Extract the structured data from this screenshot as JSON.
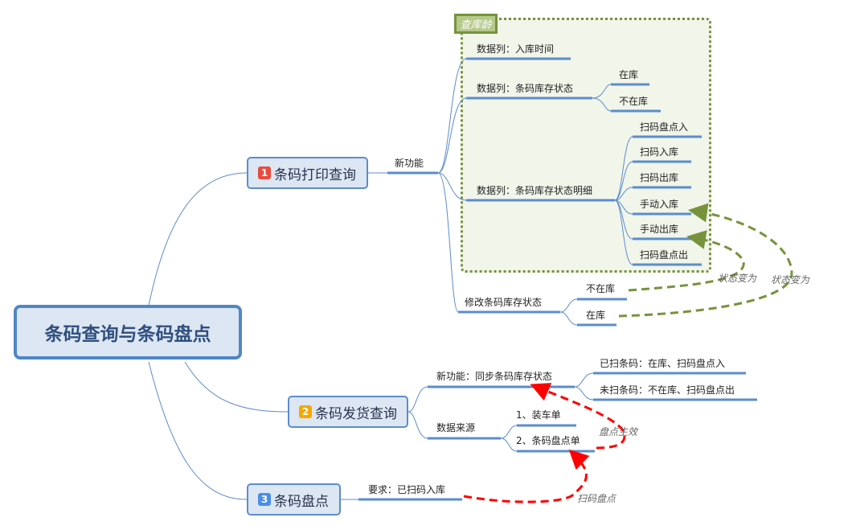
{
  "root": {
    "label": "条码查询与条码盘点"
  },
  "colors": {
    "branch_line": "#5b8dcc",
    "boundary": "#76933c",
    "relation_green": "#76933c",
    "relation_red": "#ff0000",
    "badge_1": "#e84c3d",
    "badge_2": "#f5a800",
    "badge_3": "#4a8fe7"
  },
  "topics": [
    {
      "badge": "1",
      "label": "条码打印查询",
      "children": [
        {
          "label": "新功能",
          "children": [
            {
              "label": "数据列：入库时间"
            },
            {
              "label": "数据列：条码库存状态",
              "children": [
                {
                  "label": "在库"
                },
                {
                  "label": "不在库"
                }
              ]
            },
            {
              "label": "数据列：条码库存状态明细",
              "children": [
                {
                  "label": "扫码盘点入"
                },
                {
                  "label": "扫码入库"
                },
                {
                  "label": "扫码出库"
                },
                {
                  "label": "手动入库"
                },
                {
                  "label": "手动出库"
                },
                {
                  "label": "扫码盘点出"
                }
              ]
            },
            {
              "label": "修改条码库存状态",
              "children": [
                {
                  "label": "不在库"
                },
                {
                  "label": "在库"
                }
              ]
            }
          ]
        }
      ]
    },
    {
      "badge": "2",
      "label": "条码发货查询",
      "children": [
        {
          "label": "新功能：同步条码库存状态",
          "children": [
            {
              "label": "已扫条码：在库、扫码盘点入"
            },
            {
              "label": "未扫条码：不在库、扫码盘点出"
            }
          ]
        },
        {
          "label": "数据来源",
          "children": [
            {
              "label": "1、装车单"
            },
            {
              "label": "2、条码盘点单"
            }
          ]
        }
      ]
    },
    {
      "badge": "3",
      "label": "条码盘点",
      "children": [
        {
          "label": "要求：已扫码入库"
        }
      ]
    }
  ],
  "boundary": {
    "label": "查库龄"
  },
  "relationships": [
    {
      "label": "状态变为",
      "from": "修改条码库存状态 / 不在库",
      "to": "手动出库"
    },
    {
      "label": "状态变为",
      "from": "修改条码库存状态 / 在库",
      "to": "手动入库"
    },
    {
      "label": "盘点生效",
      "from": "2、条码盘点单",
      "to": "新功能：同步条码库存状态"
    },
    {
      "label": "扫码盘点",
      "from": "要求：已扫码入库",
      "to": "2、条码盘点单"
    }
  ]
}
